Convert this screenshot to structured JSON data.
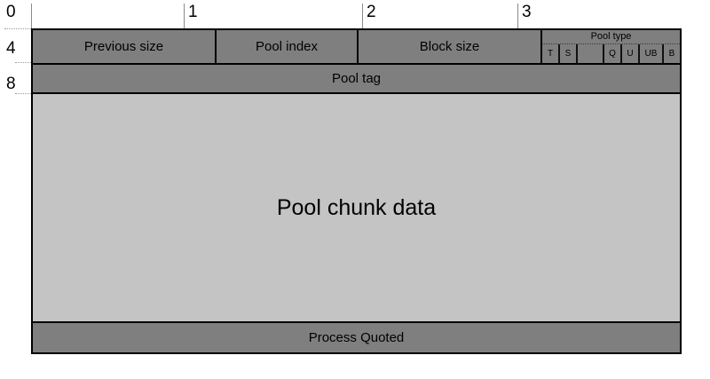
{
  "ruler": {
    "columns": [
      {
        "label": "0"
      },
      {
        "label": "1"
      },
      {
        "label": "2"
      },
      {
        "label": "3"
      }
    ],
    "rows": [
      {
        "label": "4"
      },
      {
        "label": "8"
      }
    ]
  },
  "table": {
    "header": {
      "cells": [
        {
          "label": "Previous size"
        },
        {
          "label": "Pool index"
        },
        {
          "label": "Block size"
        }
      ],
      "pool_type": {
        "label": "Pool type",
        "bits": [
          "T",
          "S",
          "",
          "Q",
          "U",
          "UB",
          "B"
        ]
      }
    },
    "pool_tag_label": "Pool tag",
    "chunk_label": "Pool chunk data",
    "footer_label": "Process Quoted"
  },
  "colors": {
    "header_fill": "#7f7f7f",
    "chunk_fill": "#c4c4c4",
    "border": "#000000",
    "background": "#ffffff",
    "tick": "#9a9a9a"
  }
}
